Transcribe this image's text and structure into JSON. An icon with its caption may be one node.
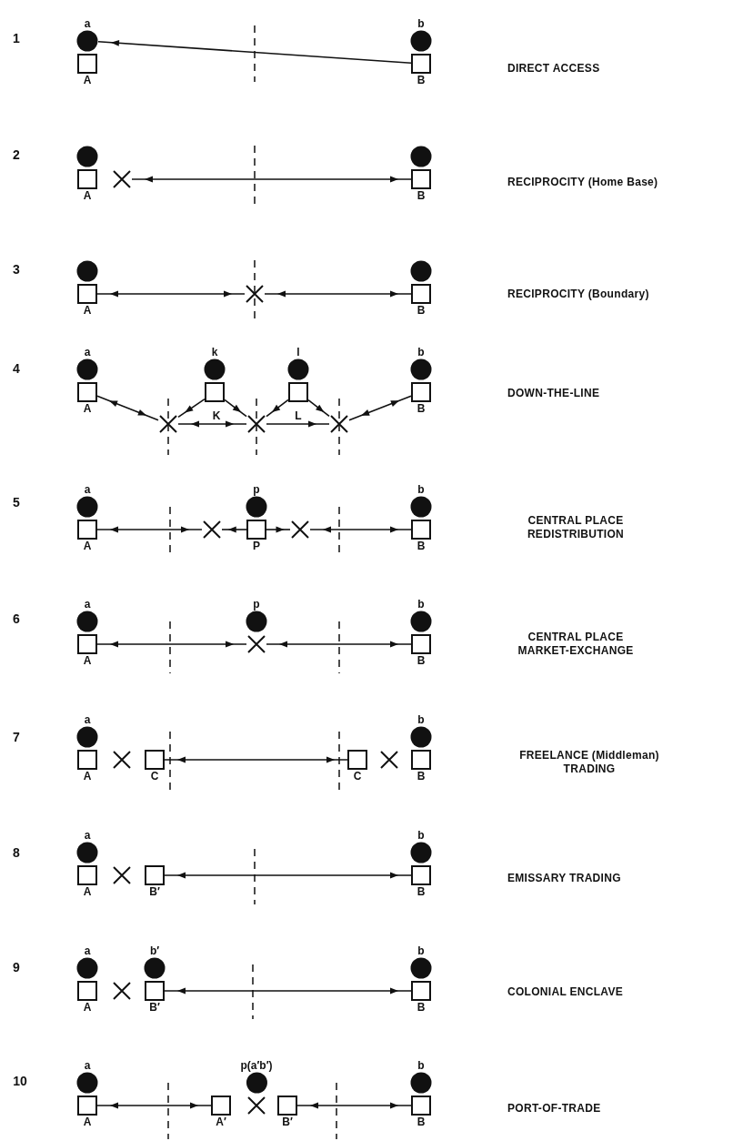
{
  "diagram": {
    "nodes": [
      {
        "text": [
          "a"
        ]
      },
      {
        "text": [
          "A"
        ]
      },
      {
        "text": [
          "b"
        ]
      },
      {
        "text": [
          "B"
        ]
      },
      {
        "text": [],
        "shape": "circle"
      },
      {
        "text": [
          "A"
        ]
      },
      {
        "text": [],
        "shape": "cross"
      },
      {
        "text": [],
        "shape": "circle"
      },
      {
        "text": [
          "B"
        ]
      },
      {
        "text": [],
        "shape": "circle"
      },
      {
        "text": [
          "A"
        ]
      },
      {
        "text": [],
        "shape": "cross"
      },
      {
        "text": [],
        "shape": "circle"
      },
      {
        "text": [
          "B"
        ]
      },
      {
        "text": [
          "a"
        ]
      },
      {
        "text": [
          "A"
        ]
      },
      {
        "text": [
          "k"
        ]
      },
      {
        "text": [],
        "shape": "box"
      },
      {
        "text": [
          "l"
        ]
      },
      {
        "text": [],
        "shape": "box"
      },
      {
        "text": [
          "b"
        ]
      },
      {
        "text": [
          "B"
        ]
      },
      {
        "text": [],
        "shape": "cross"
      },
      {
        "text": [],
        "shape": "cross"
      },
      {
        "text": [],
        "shape": "cross"
      },
      {
        "text": [
          "a"
        ]
      },
      {
        "text": [
          "A"
        ]
      },
      {
        "text": [],
        "shape": "cross"
      },
      {
        "text": [
          "p"
        ]
      },
      {
        "text": [
          "P"
        ]
      },
      {
        "text": [],
        "shape": "cross"
      },
      {
        "text": [
          "b"
        ]
      },
      {
        "text": [
          "B"
        ]
      },
      {
        "text": [
          "a"
        ]
      },
      {
        "text": [
          "A"
        ]
      },
      {
        "text": [
          "p"
        ]
      },
      {
        "text": [],
        "shape": "cross"
      },
      {
        "text": [
          "b"
        ]
      },
      {
        "text": [
          "B"
        ]
      },
      {
        "text": [
          "a"
        ]
      },
      {
        "text": [
          "A"
        ]
      },
      {
        "text": [],
        "shape": "cross"
      },
      {
        "text": [
          "C"
        ]
      },
      {
        "text": [
          "C"
        ]
      },
      {
        "text": [],
        "shape": "cross"
      },
      {
        "text": [
          "b"
        ]
      },
      {
        "text": [
          "B"
        ]
      },
      {
        "text": [
          "a"
        ]
      },
      {
        "text": [
          "A"
        ]
      },
      {
        "text": [],
        "shape": "cross"
      },
      {
        "text": [
          "B′"
        ]
      },
      {
        "text": [
          "b"
        ]
      },
      {
        "text": [
          "B"
        ]
      },
      {
        "text": [
          "a"
        ]
      },
      {
        "text": [
          "A"
        ]
      },
      {
        "text": [],
        "shape": "cross"
      },
      {
        "text": [
          "b′"
        ]
      },
      {
        "text": [
          "B′"
        ]
      },
      {
        "text": [
          "b"
        ]
      },
      {
        "text": [
          "B"
        ]
      },
      {
        "text": [
          "a"
        ]
      },
      {
        "text": [
          "A"
        ]
      },
      {
        "text": [
          "A′"
        ]
      },
      {
        "text": [
          "p(a′b′)"
        ]
      },
      {
        "text": [],
        "shape": "cross"
      },
      {
        "text": [
          "B′"
        ]
      },
      {
        "text": [
          "b"
        ]
      },
      {
        "text": [
          "B"
        ]
      }
    ],
    "edges": [
      {
        "from": 3,
        "to": 0,
        "arrow": "to"
      },
      {
        "from": 8,
        "to": 6,
        "arrow": "both"
      },
      {
        "from": 10,
        "to": 11,
        "arrow": "both"
      },
      {
        "from": 11,
        "to": 13,
        "arrow": "both"
      },
      {
        "from": 15,
        "to": 22,
        "arrow": "both"
      },
      {
        "from": 17,
        "to": 22,
        "arrow": "to"
      },
      {
        "from": 22,
        "to": 23,
        "arrow": "both"
      },
      {
        "from": 17,
        "to": 23,
        "arrow": "to"
      },
      {
        "from": 19,
        "to": 23,
        "arrow": "to"
      },
      {
        "from": 19,
        "to": 24,
        "arrow": "to"
      },
      {
        "from": 23,
        "to": 24,
        "arrow": "to"
      },
      {
        "from": 24,
        "to": 21,
        "arrow": "both"
      },
      {
        "from": 26,
        "to": 27,
        "arrow": "both"
      },
      {
        "from": 29,
        "to": 27,
        "arrow": "to"
      },
      {
        "from": 29,
        "to": 30,
        "arrow": "to"
      },
      {
        "from": 30,
        "to": 32,
        "arrow": "both"
      },
      {
        "from": 34,
        "to": 36,
        "arrow": "both"
      },
      {
        "from": 36,
        "to": 38,
        "arrow": "both"
      },
      {
        "from": 42,
        "to": 43,
        "arrow": "both"
      },
      {
        "from": 50,
        "to": 52,
        "arrow": "both"
      },
      {
        "from": 57,
        "to": 59,
        "arrow": "both"
      },
      {
        "from": 61,
        "to": 62,
        "arrow": "both"
      },
      {
        "from": 65,
        "to": 67,
        "arrow": "both"
      }
    ],
    "labels": [
      "1",
      "DIRECT ACCESS",
      "2",
      "RECIPROCITY (Home Base)",
      "3",
      "RECIPROCITY (Boundary)",
      "4",
      "K",
      "L",
      "DOWN-THE-LINE",
      "5",
      "CENTRAL PLACE REDISTRIBUTION",
      "6",
      "CENTRAL PLACE MARKET-EXCHANGE",
      "7",
      "FREELANCE (Middleman) TRADING",
      "8",
      "EMISSARY TRADING",
      "9",
      "COLONIAL ENCLAVE",
      "10",
      "PORT-OF-TRADE"
    ]
  }
}
